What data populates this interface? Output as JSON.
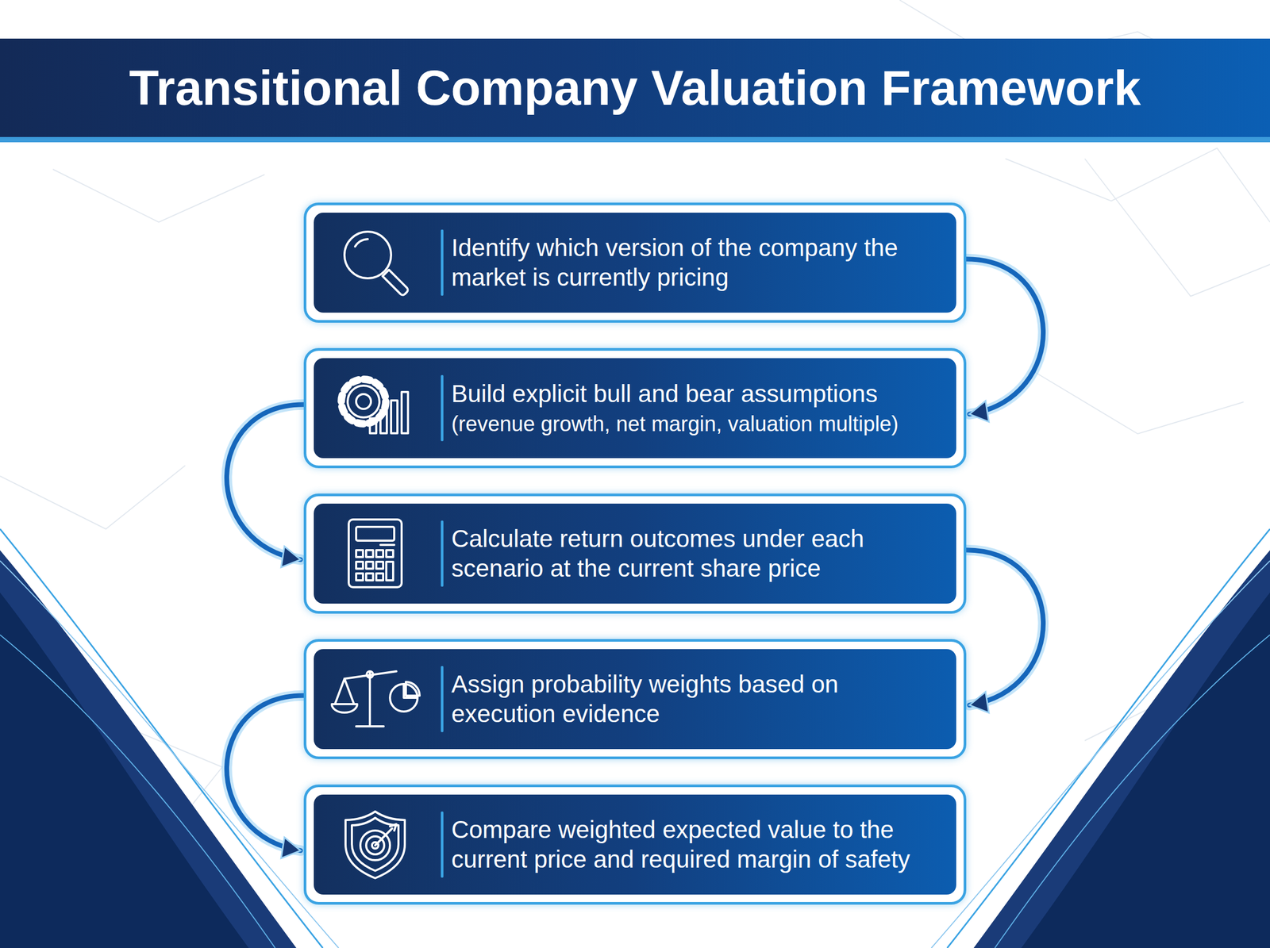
{
  "diagram": {
    "title": "Transitional Company Valuation Framework",
    "nodes": [
      {
        "text": [
          "Identify which version of the company the market is currently pricing"
        ]
      },
      {
        "text": [
          "Build explicit bull and bear assumptions",
          "(revenue growth, net margin, valuation multiple)"
        ]
      },
      {
        "text": [
          "Calculate return outcomes under each scenario at the current share price"
        ]
      },
      {
        "text": [
          "Assign probability weights based on execution evidence"
        ]
      },
      {
        "text": [
          "Compare weighted expected value to the current price and required margin of safety"
        ]
      }
    ],
    "edges": [
      {
        "from": 0,
        "to": 1,
        "arrow": "to"
      },
      {
        "from": 1,
        "to": 2,
        "arrow": "to"
      },
      {
        "from": 2,
        "to": 3,
        "arrow": "to"
      },
      {
        "from": 3,
        "to": 4,
        "arrow": "to"
      }
    ]
  }
}
